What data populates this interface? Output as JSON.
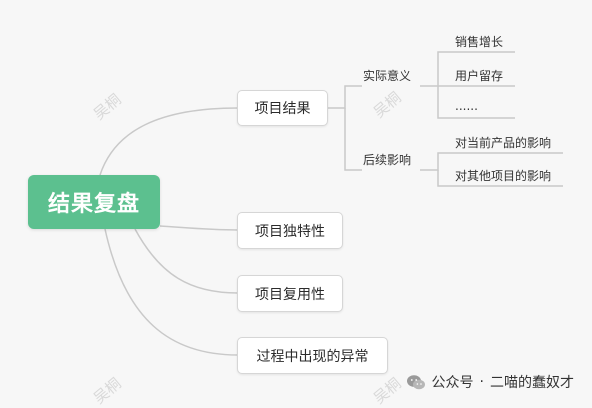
{
  "root": {
    "label": "结果复盘"
  },
  "branches": [
    {
      "label": "项目结果"
    },
    {
      "label": "项目独特性"
    },
    {
      "label": "项目复用性"
    },
    {
      "label": "过程中出现的异常"
    }
  ],
  "result_children": [
    {
      "label": "实际意义"
    },
    {
      "label": "后续影响"
    }
  ],
  "meaning_items": [
    {
      "label": "销售增长"
    },
    {
      "label": "用户留存"
    },
    {
      "label": "......"
    }
  ],
  "impact_items": [
    {
      "label": "对当前产品的影响"
    },
    {
      "label": "对其他项目的影响"
    }
  ],
  "footer": {
    "dot": "·",
    "prefix": "公众号",
    "account": "二喵的蠢奴才"
  },
  "watermark": {
    "text": "吴桐"
  },
  "colors": {
    "root": "#5cc08f",
    "connector": "#c9c9c9",
    "background": "#f7f7f7"
  }
}
